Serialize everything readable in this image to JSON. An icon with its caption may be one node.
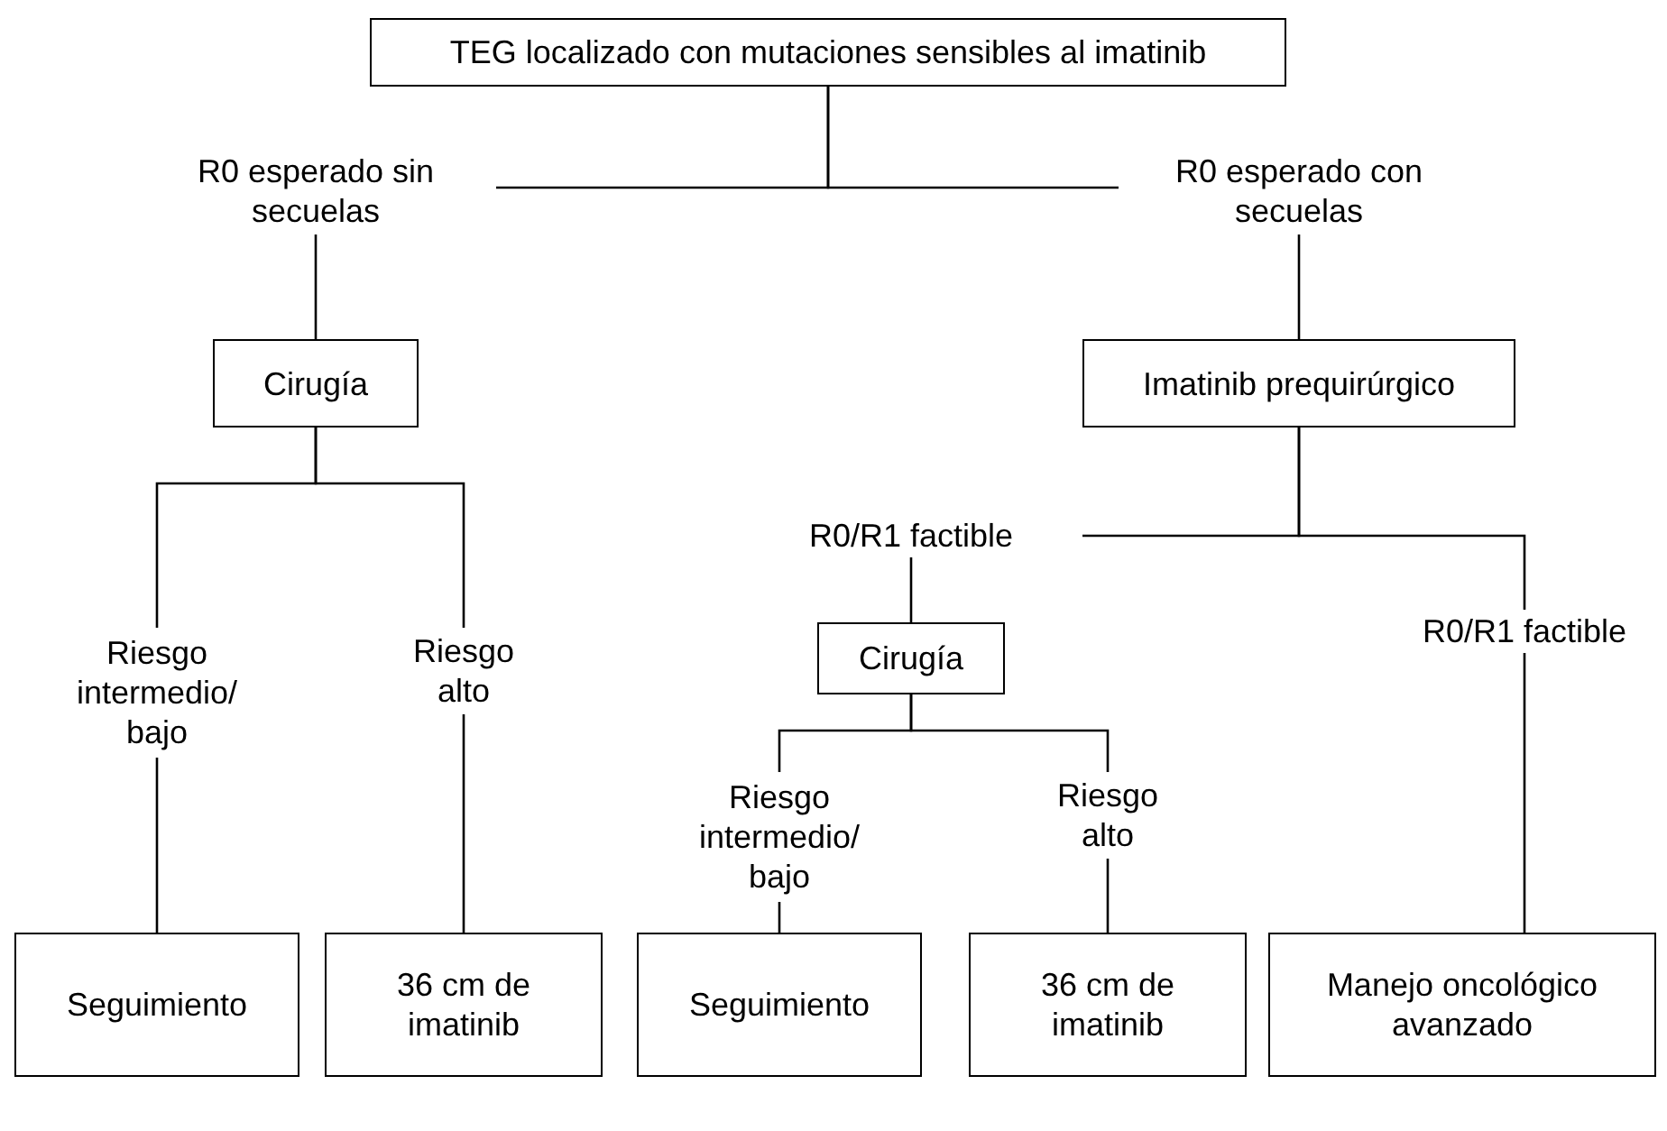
{
  "diagram": {
    "nodes": [
      {
        "text": [
          "TEG localizado con mutaciones sensibles al imatinib"
        ]
      },
      {
        "text": [
          "R0 esperado sin secuelas"
        ]
      },
      {
        "text": [
          "R0 esperado con secuelas"
        ]
      },
      {
        "text": [
          "Cirugía"
        ]
      },
      {
        "text": [
          "Imatinib prequirúrgico"
        ]
      },
      {
        "text": [
          "Riesgo intermedio/ bajo"
        ]
      },
      {
        "text": [
          "Riesgo alto"
        ]
      },
      {
        "text": [
          "R0/R1 factible"
        ]
      },
      {
        "text": [
          "R0/R1 factible"
        ]
      },
      {
        "text": [
          "Cirugía"
        ]
      },
      {
        "text": [
          "Riesgo intermedio/ bajo"
        ]
      },
      {
        "text": [
          "Riesgo alto"
        ]
      },
      {
        "text": [
          "Seguimiento"
        ]
      },
      {
        "text": [
          "36 cm de imatinib"
        ]
      },
      {
        "text": [
          "Seguimiento"
        ]
      },
      {
        "text": [
          "36 cm de imatinib"
        ]
      },
      {
        "text": [
          "Manejo oncológico avanzado"
        ]
      }
    ],
    "edges": [
      {
        "from": 0,
        "to": 1,
        "arrow": "none"
      },
      {
        "from": 0,
        "to": 2,
        "arrow": "none"
      },
      {
        "from": 1,
        "to": 3,
        "arrow": "none"
      },
      {
        "from": 2,
        "to": 4,
        "arrow": "none"
      },
      {
        "from": 3,
        "to": 5,
        "arrow": "none"
      },
      {
        "from": 3,
        "to": 6,
        "arrow": "none"
      },
      {
        "from": 4,
        "to": 7,
        "arrow": "none"
      },
      {
        "from": 4,
        "to": 8,
        "arrow": "none"
      },
      {
        "from": 7,
        "to": 9,
        "arrow": "none"
      },
      {
        "from": 9,
        "to": 10,
        "arrow": "none"
      },
      {
        "from": 9,
        "to": 11,
        "arrow": "none"
      },
      {
        "from": 5,
        "to": 12,
        "arrow": "none"
      },
      {
        "from": 6,
        "to": 13,
        "arrow": "none"
      },
      {
        "from": 10,
        "to": 14,
        "arrow": "none"
      },
      {
        "from": 11,
        "to": 15,
        "arrow": "none"
      },
      {
        "from": 8,
        "to": 16,
        "arrow": "none"
      }
    ]
  }
}
